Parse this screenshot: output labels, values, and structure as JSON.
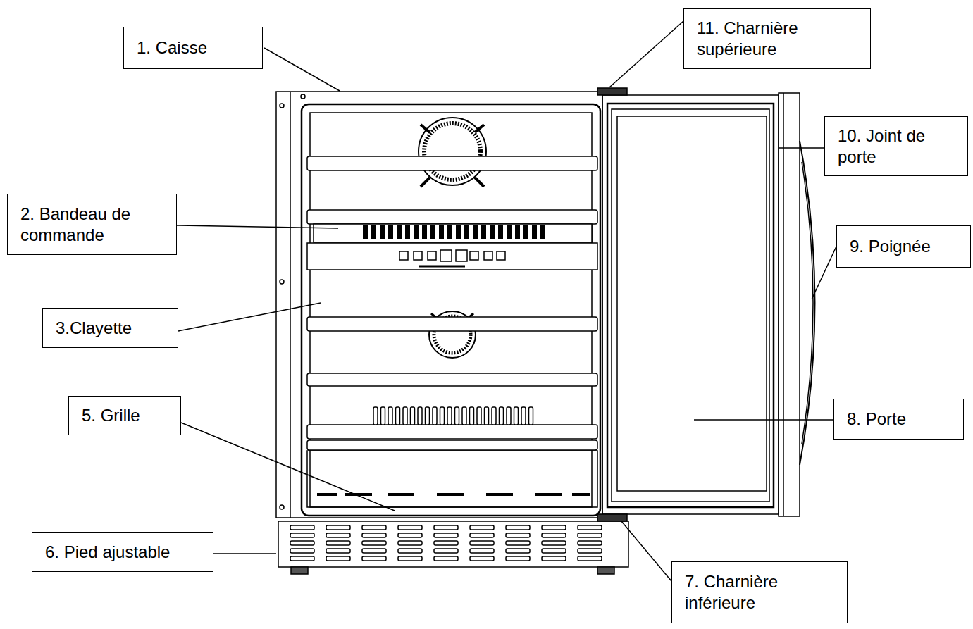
{
  "diagram": {
    "nodes": [
      {
        "text": [
          "1. Caisse"
        ]
      },
      {
        "text": [
          "11. Charnière supérieure"
        ]
      },
      {
        "text": [
          "10. Joint de porte"
        ]
      },
      {
        "text": [
          "2. Bandeau de commande"
        ]
      },
      {
        "text": [
          "9. Poignée"
        ]
      },
      {
        "text": [
          "3.Clayette"
        ]
      },
      {
        "text": [
          "5. Grille"
        ]
      },
      {
        "text": [
          "8. Porte"
        ]
      },
      {
        "text": [
          "6. Pied ajustable"
        ]
      },
      {
        "text": [
          "7. Charnière inférieure"
        ]
      }
    ]
  }
}
